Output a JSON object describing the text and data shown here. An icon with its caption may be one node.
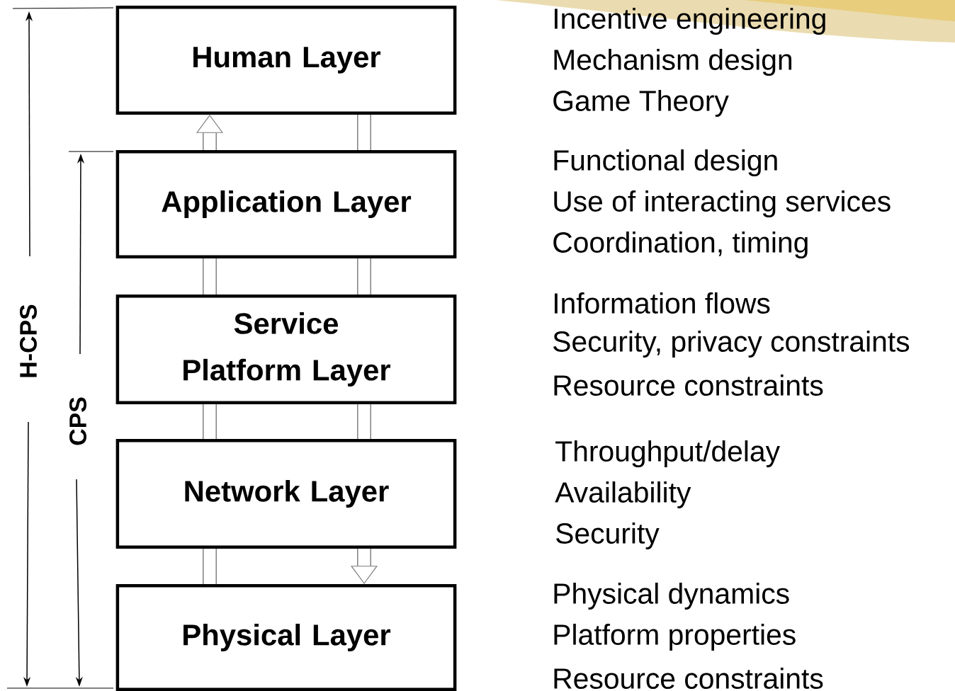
{
  "diagram": {
    "nodes": [
      {
        "text": [
          "Human Layer"
        ],
        "beside": [
          "Incentive engineering",
          "Mechanism design",
          "Game Theory"
        ]
      },
      {
        "text": [
          "Application Layer"
        ],
        "beside": [
          "Functional design",
          "Use of interacting services",
          "Coordination, timing"
        ]
      },
      {
        "text": [
          "Service Platform Layer"
        ],
        "beside": [
          "Information flows",
          "Security, privacy constraints",
          "Resource constraints"
        ]
      },
      {
        "text": [
          "Network Layer"
        ],
        "beside": [
          "Throughput/delay",
          "Availability",
          "Security"
        ]
      },
      {
        "text": [
          "Physical Layer"
        ],
        "beside": [
          "Physical dynamics",
          "Platform properties",
          "Resource constraints"
        ]
      }
    ],
    "edges": [
      {
        "from": 1,
        "to": 0,
        "arrow": "to"
      },
      {
        "from": 0,
        "to": 1,
        "arrow": "none"
      },
      {
        "from": 1,
        "to": 2,
        "arrow": "none"
      },
      {
        "from": 1,
        "to": 2,
        "arrow": "none"
      },
      {
        "from": 2,
        "to": 3,
        "arrow": "none"
      },
      {
        "from": 2,
        "to": 3,
        "arrow": "none"
      },
      {
        "from": 4,
        "to": 3,
        "arrow": "none"
      },
      {
        "from": 3,
        "to": 4,
        "arrow": "to"
      }
    ],
    "labels": [
      "H-CPS",
      "CPS"
    ]
  }
}
